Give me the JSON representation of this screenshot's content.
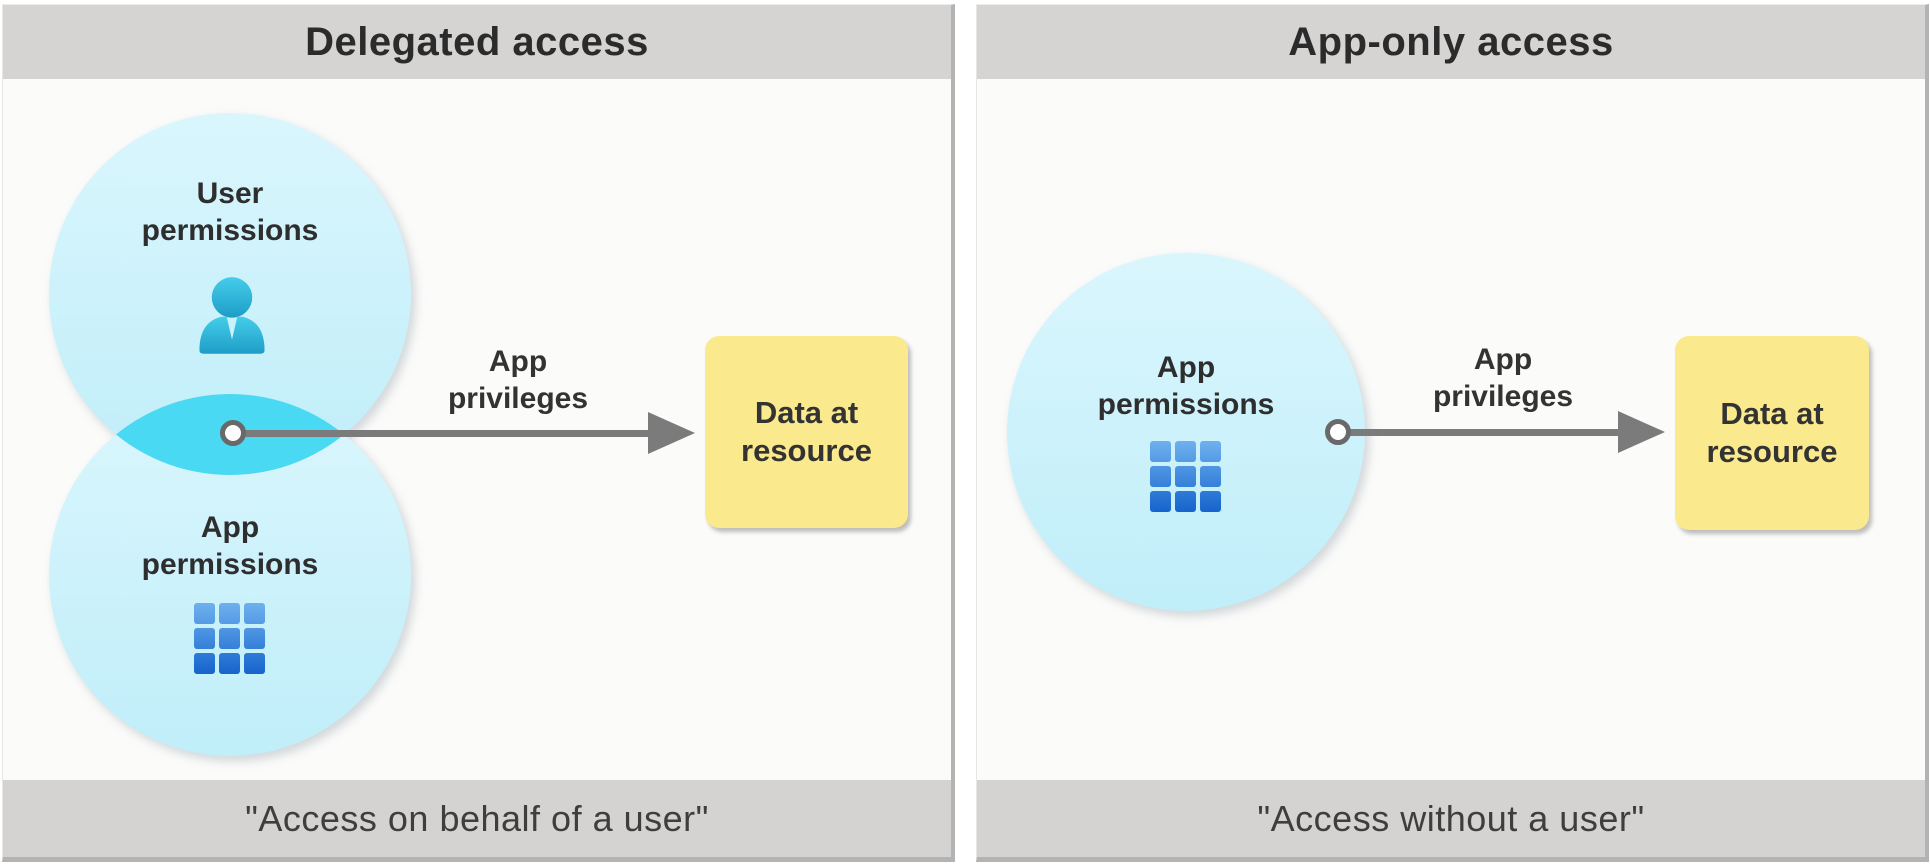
{
  "left_panel": {
    "title": "Delegated access",
    "top_circle": {
      "label": [
        "User",
        "permissions"
      ],
      "icon": "user-person-icon"
    },
    "bottom_circle": {
      "label": [
        "App",
        "permissions"
      ],
      "icon": "app-grid-icon"
    },
    "arrow_label": [
      "App",
      "privileges"
    ],
    "target_box": [
      "Data at",
      "resource"
    ],
    "caption": "\"Access on behalf of a user\""
  },
  "right_panel": {
    "title": "App-only access",
    "circle": {
      "label": [
        "App",
        "permissions"
      ],
      "icon": "app-grid-icon"
    },
    "arrow_label": [
      "App",
      "privileges"
    ],
    "target_box": [
      "Data at",
      "resource"
    ],
    "caption": "\"Access without a user\""
  },
  "colors": {
    "panel_header_bg": "#d5d4d2",
    "panel_caption_bg": "#d4d3d1",
    "panel_body_bg": "#fbfbfa",
    "panel_border": "#b3b3b3",
    "circle_fill_top": "#daf6fd",
    "circle_fill_bottom": "#c0eef9",
    "overlap_fill": "#4ad9f3",
    "arrow_gray": "#7b7b7b",
    "connector_ring": "#696969",
    "target_yellow": "#fae98d",
    "person_teal_top": "#44cdea",
    "person_teal_bottom": "#1e9dc7",
    "grid_blue_top": "#6fb1ef",
    "grid_blue_bottom": "#1463cc",
    "text_dark": "#2e2e2e",
    "caption_text": "#3e3e3e"
  }
}
